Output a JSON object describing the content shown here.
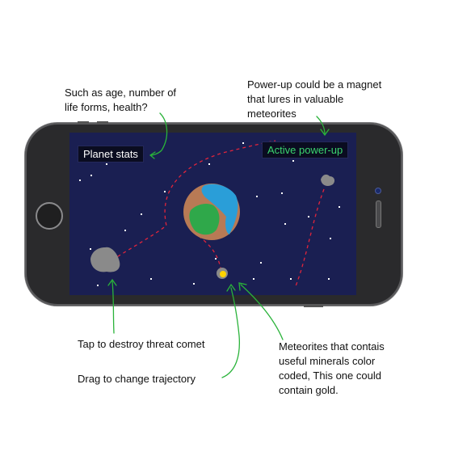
{
  "annotations": {
    "planet_stats_note": [
      "Such as age, number of",
      "life forms, health?"
    ],
    "powerup_note": [
      "Power-up could be a magnet",
      "that lures in valuable",
      "meteorites"
    ],
    "tap_note": "Tap to destroy threat comet",
    "drag_note": "Drag to change trajectory",
    "meteor_note": [
      "Meteorites that contais",
      "useful minerals color",
      "coded, This one could",
      "contain gold."
    ]
  },
  "game_ui": {
    "planet_stats_label": "Planet stats",
    "active_powerup_label": "Active power-up"
  },
  "colors": {
    "screen_bg": "#1a1f52",
    "planet_land": "#2fa84a",
    "planet_water": "#2a9ed8",
    "planet_crust": "#b87a55",
    "trajectory": "#e0243c",
    "annotation_arrow": "#2ab33a",
    "gold_meteor": "#ffd400",
    "powerup_text": "#3bd46e"
  },
  "icons": [
    "planet-icon",
    "threat-comet-icon",
    "gold-meteorite-icon",
    "gray-meteorite-icon"
  ]
}
